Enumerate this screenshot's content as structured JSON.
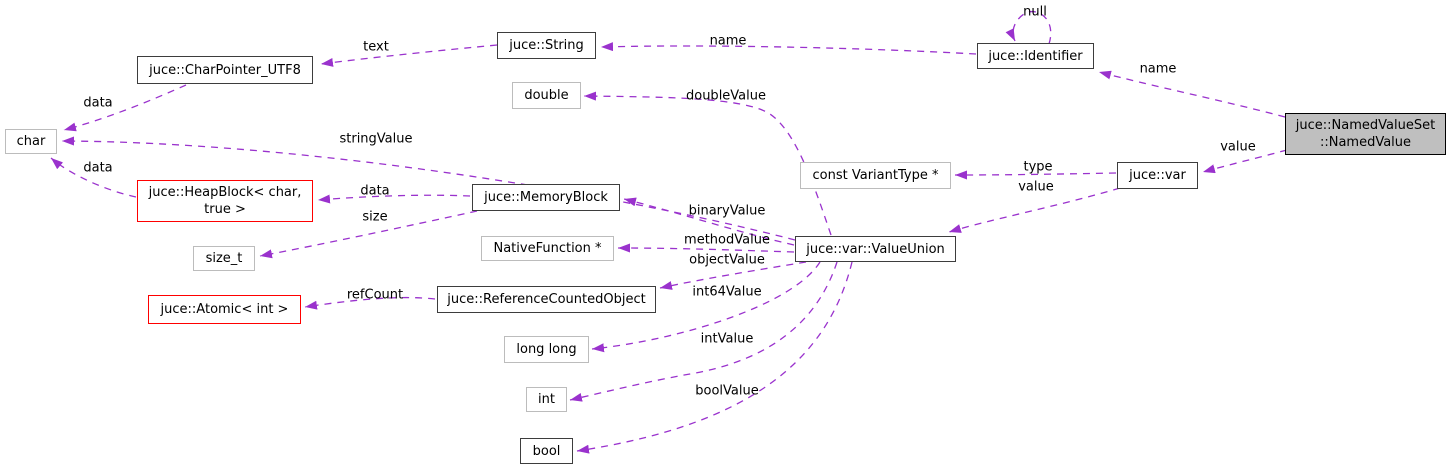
{
  "diagram": {
    "kind": "collaboration-graph",
    "current_node": "juce::NamedValueSet::NamedValue"
  },
  "colors": {
    "edge_color": "#9a32cd",
    "selected_fill": "#bfbfbf",
    "border_dark": "#3d3d3d",
    "border_light": "#bcbcbc",
    "border_truncated": "#ff0000"
  },
  "nodes": {
    "char": {
      "label": "char"
    },
    "char_pointer_utf8": {
      "label": "juce::CharPointer_UTF8"
    },
    "string": {
      "label": "juce::String"
    },
    "double": {
      "label": "double"
    },
    "identifier": {
      "label": "juce::Identifier"
    },
    "named_value": {
      "line1": "juce::NamedValueSet",
      "line2": "::NamedValue"
    },
    "heap_block": {
      "line1": "juce::HeapBlock< char,",
      "line2": "true >"
    },
    "size_t": {
      "label": "size_t"
    },
    "memory_block": {
      "label": "juce::MemoryBlock"
    },
    "native_function": {
      "label": "NativeFunction *"
    },
    "atomic_int": {
      "label": "juce::Atomic< int >"
    },
    "reference_counted_object": {
      "label": "juce::ReferenceCountedObject"
    },
    "long_long": {
      "label": "long long"
    },
    "int": {
      "label": "int"
    },
    "bool": {
      "label": "bool"
    },
    "value_union": {
      "label": "juce::var::ValueUnion"
    },
    "variant_type": {
      "label": "const VariantType *"
    },
    "var": {
      "label": "juce::var"
    }
  },
  "edge_labels": {
    "text": "text",
    "name_string": "name",
    "null_loop": "null",
    "name_identifier": "name",
    "value_var": "value",
    "type": "type",
    "value_union": "value",
    "double_value": "doubleValue",
    "string_value": "stringValue",
    "binary_value": "binaryValue",
    "method_value": "methodValue",
    "object_value": "objectValue",
    "int64_value": "int64Value",
    "int_value": "intValue",
    "bool_value": "boolValue",
    "ref_count": "refCount",
    "data_text": "data",
    "data_heap": "data",
    "data_memory": "data",
    "size": "size"
  }
}
